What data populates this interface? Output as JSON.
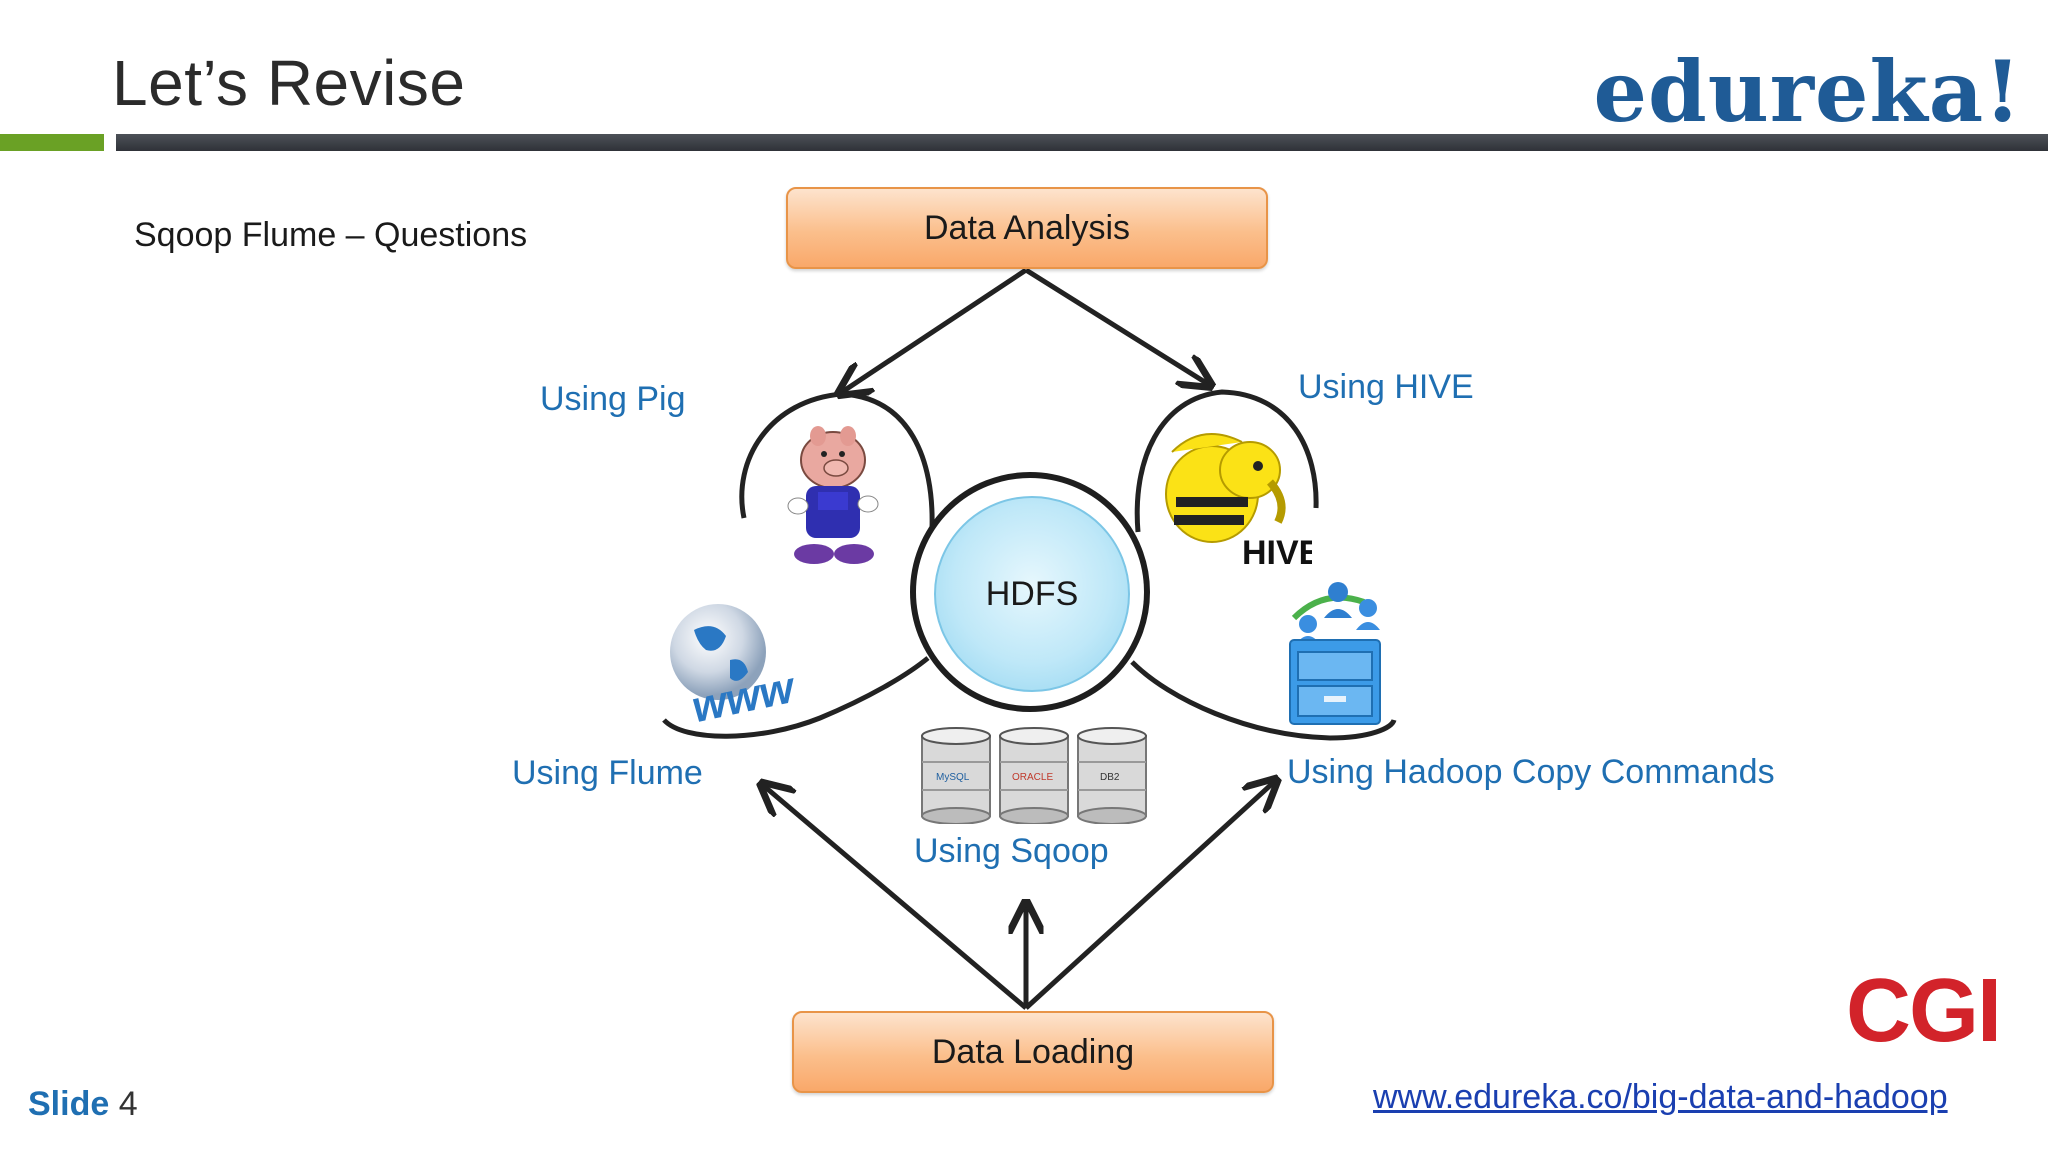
{
  "header": {
    "title": "Let’s Revise",
    "brand": "edureka!"
  },
  "subtitle": "Sqoop Flume – Questions",
  "diagram": {
    "top_box": "Data Analysis",
    "bottom_box": "Data Loading",
    "center": "HDFS",
    "labels": {
      "pig": "Using Pig",
      "hive": "Using HIVE",
      "flume": "Using Flume",
      "sqoop": "Using Sqoop",
      "copy": "Using Hadoop Copy Commands"
    },
    "icons": {
      "pig": "pig-mascot-icon",
      "hive": "hive-bee-elephant-icon",
      "flume": "www-globe-icon",
      "sqoop": "database-cylinders-icon",
      "copy": "file-cabinet-users-icon"
    },
    "hive_logo_text": "HIVE",
    "globe_text": "www",
    "db_labels": [
      "MySQL",
      "ORACLE",
      "DB2"
    ]
  },
  "footer": {
    "slide_label": "Slide",
    "slide_number": "4",
    "url": "www.edureka.co/big-data-and-hadoop",
    "partner": "CGI"
  },
  "colors": {
    "accent_green": "#6aa125",
    "brand_blue": "#1f5b96",
    "label_blue": "#1f6fb2",
    "box_orange": "#fbbf8c",
    "cgi_red": "#d2232a"
  }
}
